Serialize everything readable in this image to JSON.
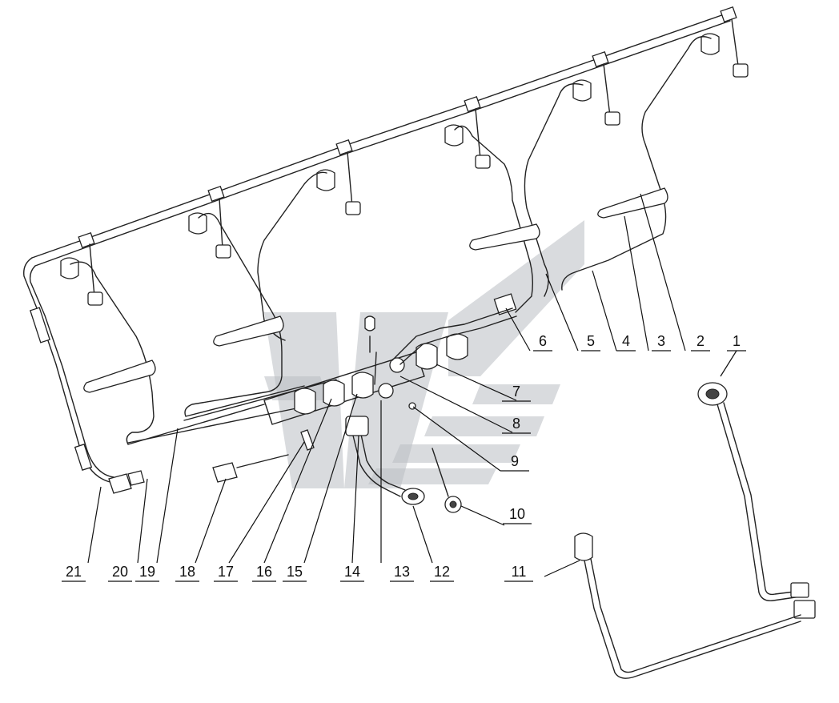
{
  "figure": {
    "watermark_color": "#b9bec3",
    "line_color": "#222222"
  },
  "callouts": [
    {
      "id": "1",
      "label": "1"
    },
    {
      "id": "2",
      "label": "2"
    },
    {
      "id": "3",
      "label": "3"
    },
    {
      "id": "4",
      "label": "4"
    },
    {
      "id": "5",
      "label": "5"
    },
    {
      "id": "6",
      "label": "6"
    },
    {
      "id": "7",
      "label": "7"
    },
    {
      "id": "8",
      "label": "8"
    },
    {
      "id": "9",
      "label": "9"
    },
    {
      "id": "10",
      "label": "10"
    },
    {
      "id": "11",
      "label": "11"
    },
    {
      "id": "12",
      "label": "12"
    },
    {
      "id": "13",
      "label": "13"
    },
    {
      "id": "14",
      "label": "14"
    },
    {
      "id": "15",
      "label": "15"
    },
    {
      "id": "16",
      "label": "16"
    },
    {
      "id": "17",
      "label": "17"
    },
    {
      "id": "18",
      "label": "18"
    },
    {
      "id": "19",
      "label": "19"
    },
    {
      "id": "20",
      "label": "20"
    },
    {
      "id": "21",
      "label": "21"
    }
  ]
}
